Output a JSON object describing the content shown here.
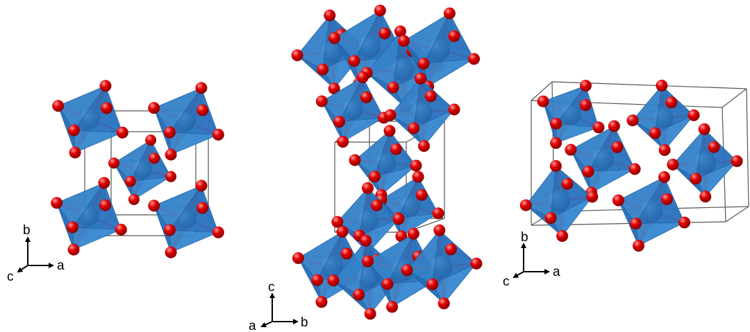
{
  "colors": {
    "octahedron_face_light": "#3d8fd6",
    "octahedron_face_mid": "#2a73bf",
    "octahedron_face_dark": "#1b5b9e",
    "central_atom": "#3a78a8",
    "oxygen_atom": "#e00000",
    "oxygen_highlight": "#ff7a7a",
    "bond": "#8a3a60",
    "unit_cell_line": "#555555",
    "axis": "#000000"
  },
  "panels": [
    {
      "name": "left-structure",
      "axes": {
        "up": "b",
        "right": "a",
        "out": "c"
      }
    },
    {
      "name": "middle-structure",
      "axes": {
        "up": "c",
        "right": "b",
        "out": "a"
      }
    },
    {
      "name": "right-structure",
      "axes": {
        "up": "b",
        "right": "a",
        "out": "c"
      }
    }
  ]
}
